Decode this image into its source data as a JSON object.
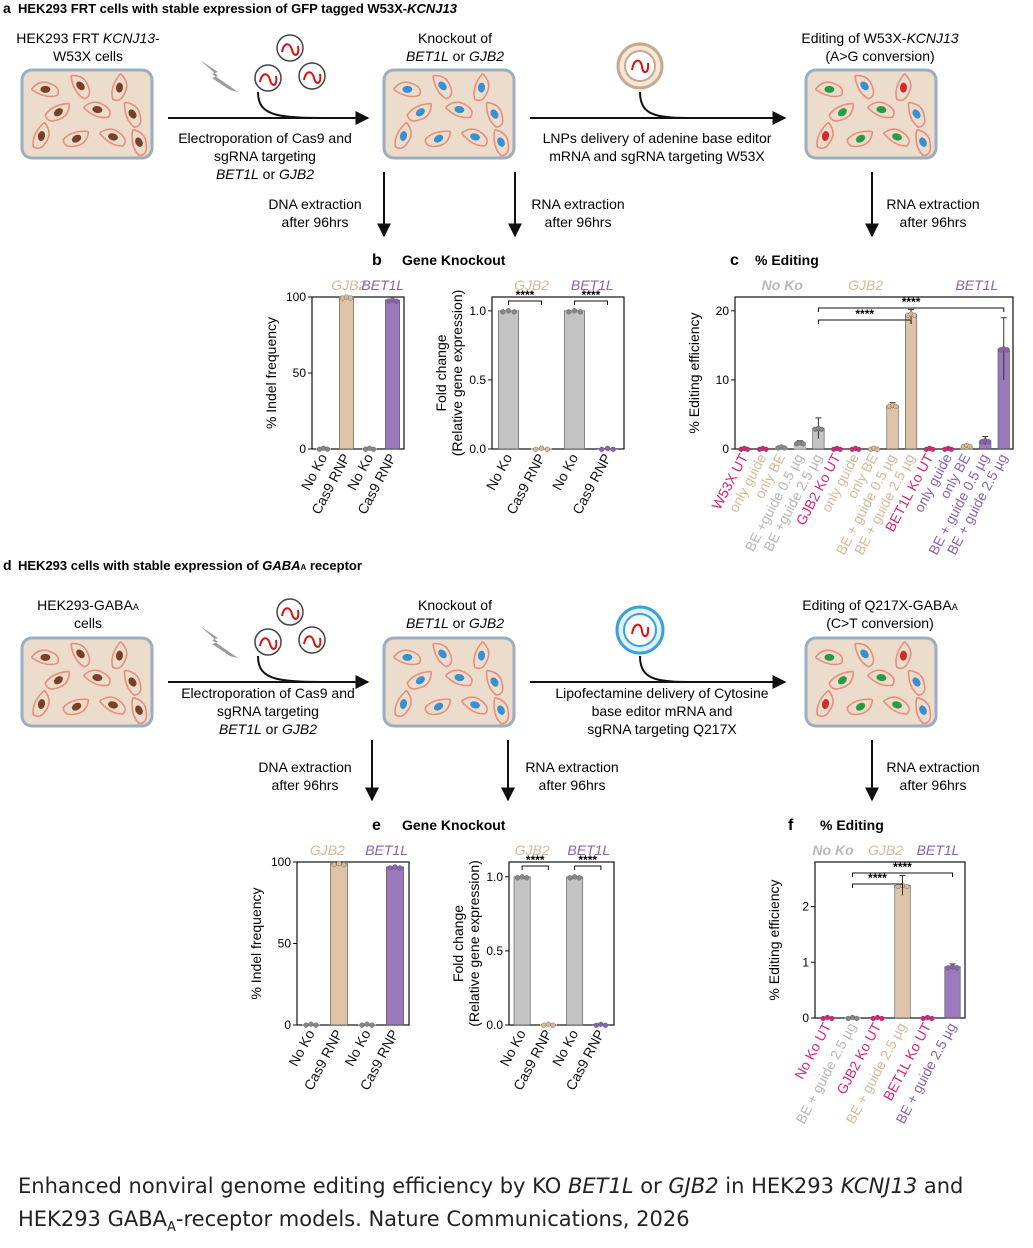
{
  "colors": {
    "gjb2": "#d8b99a",
    "bet1l": "#8a63b0",
    "noko": "#b8b8b8",
    "magenta": "#d6247a",
    "cell_fill": "#ecdccb",
    "cell_border": "#9aaec0",
    "cell_body": "#e88f7d",
    "nucleus_ko": "#3a8fd0"
  },
  "panel_a": {
    "letter": "a",
    "title_prefix": "HEK293 FRT cells with stable expression of GFP tagged W53X-",
    "title_gene": "KCNJ13",
    "start_label_1": "HEK293 FRT ",
    "start_label_gene": "KCNJ13",
    "start_label_2": "-",
    "start_label_3": "W53X cells",
    "ko_label_1": "Knockout of",
    "ko_gene_1": "BET1L",
    "ko_or": " or ",
    "ko_gene_2": "GJB2",
    "edit_label_1": "Editing of W53X-",
    "edit_label_gene": "KCNJ13",
    "edit_label_2": "(A>G conversion)",
    "arrow1_line1": "Electroporation of Cas9 and",
    "arrow1_line2": "sgRNA targeting",
    "arrow1_gene1": "BET1L",
    "arrow1_or": " or ",
    "arrow1_gene2": "GJB2",
    "arrow2_line1": "LNPs delivery of adenine base editor",
    "arrow2_line2": "mRNA and sgRNA targeting W53X",
    "down1_line1": "DNA extraction",
    "down1_line2": "after 96hrs",
    "down2_line1": "RNA extraction",
    "down2_line2": "after 96hrs",
    "down3_line1": "RNA extraction",
    "down3_line2": "after 96hrs"
  },
  "panel_b": {
    "letter": "b",
    "title": "Gene Knockout"
  },
  "panel_c": {
    "letter": "c",
    "title": "% Editing"
  },
  "panel_d": {
    "letter": "d",
    "title_prefix": "HEK293 cells with stable expression of ",
    "title_gene": "GABA",
    "title_sub": "A",
    "title_suffix": " receptor",
    "start_label_1": "HEK293-GABA",
    "start_label_sub": "A",
    "start_label_2": "cells",
    "ko_label_1": "Knockout of",
    "ko_gene_1": "BET1L",
    "ko_or": " or ",
    "ko_gene_2": "GJB2",
    "edit_label_1": "Editing of Q217X-GABA",
    "edit_label_sub": "A",
    "edit_label_2": "(C>T conversion)",
    "arrow1_line1": "Electroporation of Cas9 and",
    "arrow1_line2": "sgRNA targeting",
    "arrow1_gene1": "BET1L",
    "arrow1_or": " or ",
    "arrow1_gene2": "GJB2",
    "arrow2_line1": "Lipofectamine delivery of Cytosine",
    "arrow2_line2": "base editor mRNA and",
    "arrow2_line3": "sgRNA targeting Q217X",
    "down1_line1": "DNA extraction",
    "down1_line2": "after 96hrs",
    "down2_line1": "RNA extraction",
    "down2_line2": "after 96hrs",
    "down3_line1": "RNA extraction",
    "down3_line2": "after 96hrs"
  },
  "panel_e": {
    "letter": "e",
    "title": "Gene Knockout"
  },
  "panel_f": {
    "letter": "f",
    "title": "% Editing"
  },
  "caption": {
    "p1": "Enhanced nonviral genome editing efficiency by KO ",
    "g1": "BET1L",
    "p2": " or ",
    "g2": "GJB2",
    "p3": " in HEK293 ",
    "g3": "KCNJ13",
    "p4": " and HEK293 GABA",
    "sub": "A",
    "p5": "-receptor models. Nature Communications, 2026"
  },
  "chart_data": [
    {
      "id": "b-left",
      "type": "bar",
      "ylabel": "% Indel frequency",
      "ylim": [
        0,
        100
      ],
      "yticks": [
        0,
        50,
        100
      ],
      "group_labels": [
        {
          "text": "GJB2",
          "color": "gjb2"
        },
        {
          "text": "BET1L",
          "color": "bet1l"
        }
      ],
      "categories": [
        "No Ko",
        "Cas9 RNP",
        "No Ko",
        "Cas9 RNP"
      ],
      "values": [
        0.5,
        100,
        0.5,
        98
      ],
      "bar_colors": [
        "noko",
        "gjb2",
        "noko",
        "bet1l"
      ]
    },
    {
      "id": "b-right",
      "type": "bar",
      "ylabel": "Fold change",
      "ylabel2": "(Relative gene expression)",
      "ylim": [
        0,
        1.1
      ],
      "yticks": [
        0.0,
        0.5,
        1.0
      ],
      "group_labels": [
        {
          "text": "GJB2",
          "color": "gjb2"
        },
        {
          "text": "BET1L",
          "color": "bet1l"
        }
      ],
      "categories": [
        "No Ko",
        "Cas9 RNP",
        "No Ko",
        "Cas9 RNP"
      ],
      "values": [
        1.0,
        0.005,
        1.0,
        0.005
      ],
      "bar_colors": [
        "noko",
        "gjb2",
        "noko",
        "bet1l"
      ],
      "significance": [
        "****",
        "****"
      ]
    },
    {
      "id": "c",
      "type": "bar",
      "ylabel": "% Editing efficiency",
      "ylim": [
        0,
        22
      ],
      "yticks": [
        0,
        10,
        20
      ],
      "group_labels": [
        {
          "text": "No Ko",
          "color": "noko"
        },
        {
          "text": "GJB2",
          "color": "gjb2"
        },
        {
          "text": "BET1L",
          "color": "bet1l"
        }
      ],
      "categories": [
        "W53X UT",
        "only guide",
        "only BE",
        "BE +guide 0.5 µg",
        "BE +guide 2.5 µg",
        "GJB2 Ko UT",
        "only guide",
        "only BE",
        "BE + guide 0.5 µg",
        "BE + guide 2.5 µg",
        "BET1L Ko UT",
        "only guide",
        "only BE",
        "BE + guide 0.5 µg",
        "BE + guide 2.5 µg"
      ],
      "values": [
        0.1,
        0.1,
        0.3,
        0.9,
        3.0,
        0.1,
        0.1,
        0.1,
        6.3,
        19.5,
        0.1,
        0.1,
        0.5,
        1.2,
        14.5
      ],
      "errors": [
        0,
        0,
        0,
        0.3,
        1.5,
        0,
        0,
        0,
        0.4,
        0.7,
        0,
        0,
        0,
        0.6,
        4.5
      ],
      "bar_colors": [
        "magenta",
        "magenta",
        "noko",
        "noko",
        "noko",
        "magenta",
        "magenta",
        "gjb2",
        "gjb2",
        "gjb2",
        "magenta",
        "magenta",
        "gjb2",
        "bet1l",
        "bet1l"
      ],
      "label_colors": [
        "magenta",
        "gjb2",
        "gjb2",
        "noko",
        "noko",
        "magenta",
        "gjb2",
        "gjb2",
        "gjb2",
        "gjb2",
        "magenta",
        "bet1l",
        "bet1l",
        "bet1l",
        "bet1l"
      ],
      "significance": [
        "****",
        "****"
      ]
    },
    {
      "id": "e-left",
      "type": "bar",
      "ylabel": "% Indel frequency",
      "ylim": [
        0,
        100
      ],
      "yticks": [
        0,
        50,
        100
      ],
      "group_labels": [
        {
          "text": "GJB2",
          "color": "gjb2"
        },
        {
          "text": "BET1L",
          "color": "bet1l"
        }
      ],
      "categories": [
        "No Ko",
        "Cas9 RNP",
        "No Ko",
        "Cas9 RNP"
      ],
      "values": [
        0.5,
        99,
        0.5,
        97
      ],
      "bar_colors": [
        "noko",
        "gjb2",
        "noko",
        "bet1l"
      ]
    },
    {
      "id": "e-right",
      "type": "bar",
      "ylabel": "Fold change",
      "ylabel2": "(Relative gene expression)",
      "ylim": [
        0,
        1.1
      ],
      "yticks": [
        0.0,
        0.5,
        1.0
      ],
      "group_labels": [
        {
          "text": "GJB2",
          "color": "gjb2"
        },
        {
          "text": "BET1L",
          "color": "bet1l"
        }
      ],
      "categories": [
        "No Ko",
        "Cas9 RNP",
        "No Ko",
        "Cas9 RNP"
      ],
      "values": [
        1.0,
        0.005,
        1.0,
        0.005
      ],
      "bar_colors": [
        "noko",
        "gjb2",
        "noko",
        "bet1l"
      ],
      "significance": [
        "****",
        "****"
      ]
    },
    {
      "id": "f",
      "type": "bar",
      "ylabel": "% Editing efficiency",
      "ylim": [
        0,
        2.8
      ],
      "yticks": [
        0,
        1,
        2
      ],
      "group_labels": [
        {
          "text": "No Ko",
          "color": "noko"
        },
        {
          "text": "GJB2",
          "color": "gjb2"
        },
        {
          "text": "BET1L",
          "color": "bet1l"
        }
      ],
      "categories": [
        "No Ko UT",
        "BE + guide 2.5 µg",
        "GJB2 Ko UT",
        "BE + guide 2.5 µg",
        "BET1L Ko UT",
        "BE + guide 2.5 µg"
      ],
      "values": [
        0.01,
        0.01,
        0.01,
        2.38,
        0.01,
        0.92
      ],
      "errors": [
        0,
        0,
        0,
        0.18,
        0,
        0.05
      ],
      "bar_colors": [
        "magenta",
        "noko",
        "magenta",
        "gjb2",
        "magenta",
        "bet1l"
      ],
      "label_colors": [
        "magenta",
        "noko",
        "magenta",
        "gjb2",
        "magenta",
        "bet1l"
      ],
      "significance": [
        "****",
        "****"
      ]
    }
  ]
}
